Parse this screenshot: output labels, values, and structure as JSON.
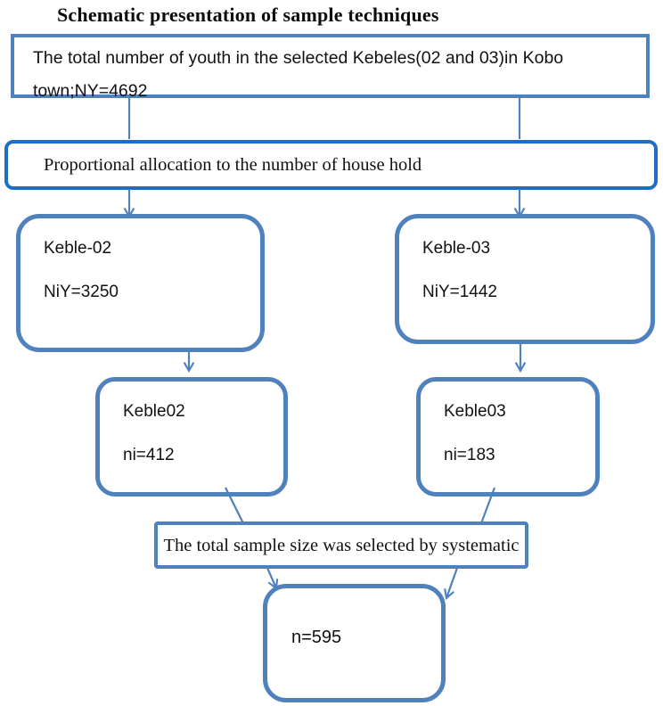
{
  "title": "Schematic presentation of sample techniques",
  "colors": {
    "accent": "#4f81bd",
    "accent_dark": "#1e6ec8",
    "text": "#111111"
  },
  "diagram": {
    "nodes": {
      "total_youth": {
        "lines": {
          "0": "The total number of youth in the selected Kebeles(02 and 03)in Kobo",
          "1": "town;NY=4692"
        }
      },
      "proportional": {
        "text": "Proportional allocation to the number of house hold"
      },
      "keble02_population": {
        "label": "Keble-02",
        "value": "NiY=3250"
      },
      "keble03_population": {
        "label": "Keble-03",
        "value": "NiY=1442"
      },
      "keble02_sample": {
        "label": "Keble02",
        "value": "ni=412"
      },
      "keble03_sample": {
        "label": "Keble03",
        "value": "ni=183"
      },
      "systematic": {
        "text": "The total sample size was selected by systematic"
      },
      "total_sample": {
        "value": "n=595"
      }
    }
  }
}
